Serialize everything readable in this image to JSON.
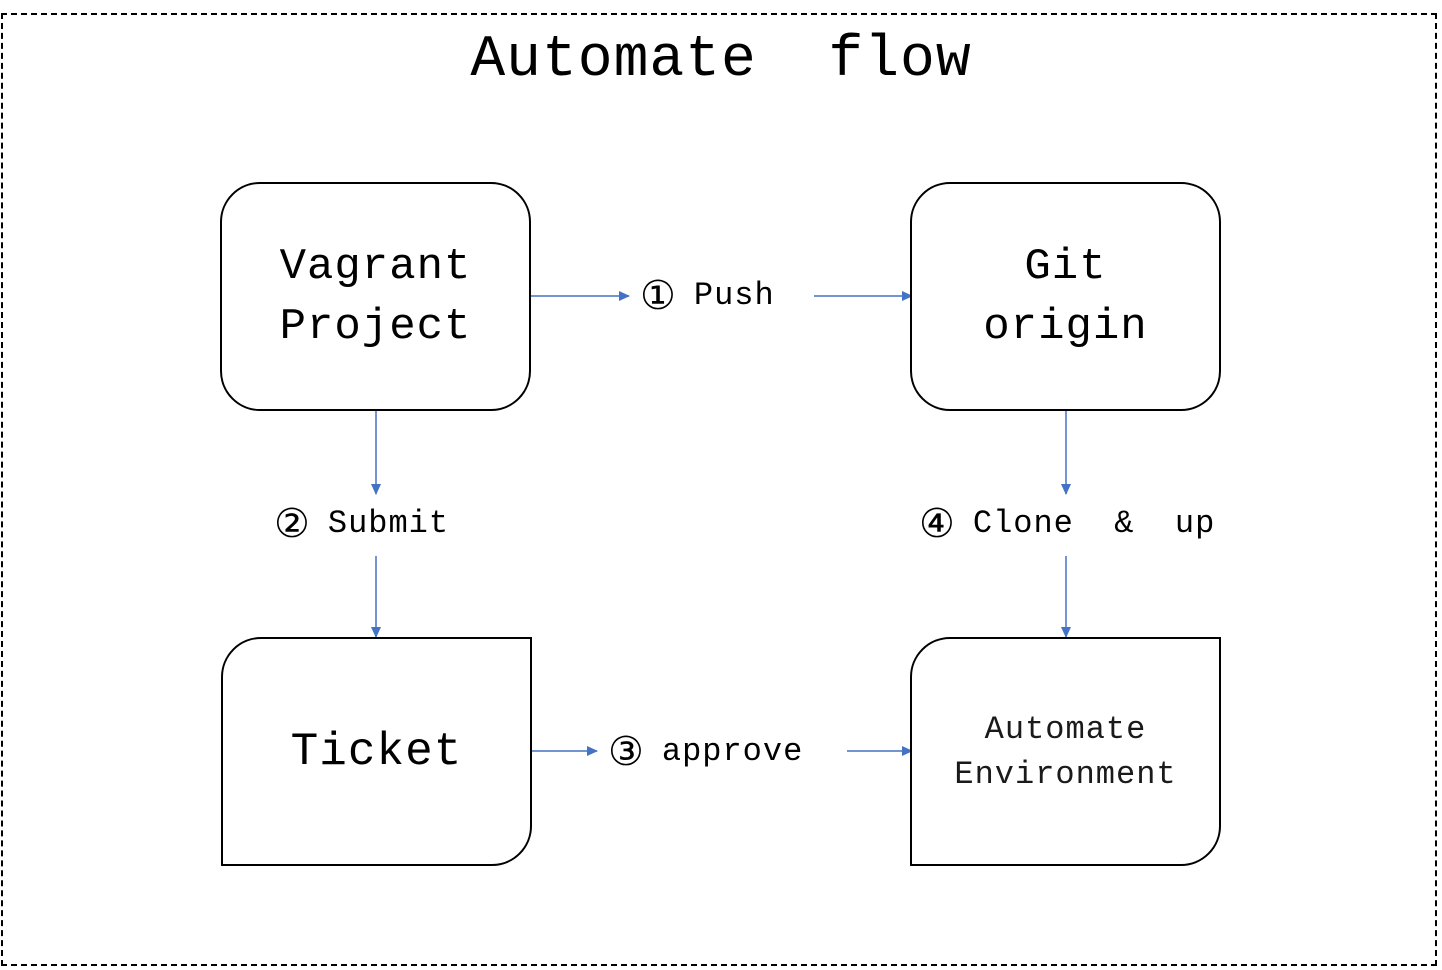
{
  "title": "Automate  flow",
  "nodes": {
    "vagrant": "Vagrant\nProject",
    "git": "Git\norigin",
    "ticket": "Ticket",
    "env": "Automate\nEnvironment"
  },
  "steps": {
    "push": {
      "num": "①",
      "text": "Push"
    },
    "submit": {
      "num": "②",
      "text": "Submit"
    },
    "approve": {
      "num": "③",
      "text": "approve"
    },
    "clone": {
      "num": "④",
      "text": "Clone  &  up"
    }
  },
  "colors": {
    "arrow": "#4472c4",
    "border": "#000000"
  }
}
